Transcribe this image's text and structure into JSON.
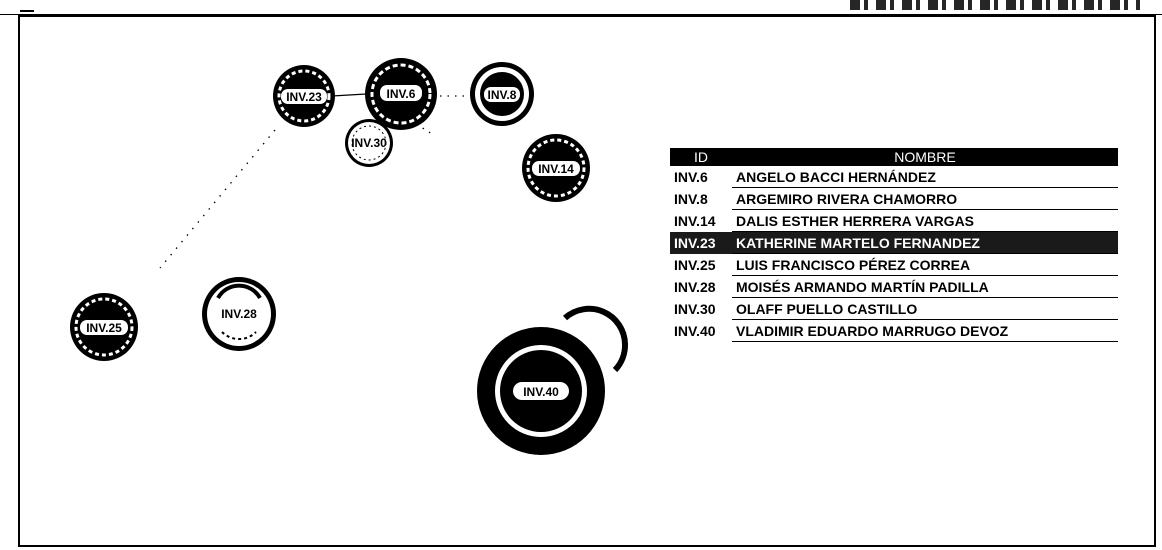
{
  "legend": {
    "headers": {
      "id": "ID",
      "name": "NOMBRE"
    },
    "rows": [
      {
        "id": "INV.6",
        "name": "ANGELO BACCI HERNÁNDEZ",
        "highlighted": false
      },
      {
        "id": "INV.8",
        "name": "ARGEMIRO RIVERA CHAMORRO",
        "highlighted": false
      },
      {
        "id": "INV.14",
        "name": "DALIS ESTHER HERRERA VARGAS",
        "highlighted": false
      },
      {
        "id": "INV.23",
        "name": "KATHERINE MARTELO FERNANDEZ",
        "highlighted": true
      },
      {
        "id": "INV.25",
        "name": "LUIS FRANCISCO PÉREZ CORREA",
        "highlighted": false
      },
      {
        "id": "INV.28",
        "name": "MOISÉS ARMANDO MARTÍN PADILLA",
        "highlighted": false
      },
      {
        "id": "INV.30",
        "name": "OLAFF PUELLO CASTILLO",
        "highlighted": false
      },
      {
        "id": "INV.40",
        "name": "VLADIMIR EDUARDO MARRUGO DEVOZ",
        "highlighted": false
      }
    ]
  },
  "nodes": [
    {
      "id": "n23",
      "label": "INV.23",
      "fill": "#000000"
    },
    {
      "id": "n6",
      "label": "INV.6",
      "fill": "#000000"
    },
    {
      "id": "n8",
      "label": "INV.8",
      "fill": "#000000"
    },
    {
      "id": "n30",
      "label": "INV.30",
      "fill": "#ffffff"
    },
    {
      "id": "n14",
      "label": "INV.14",
      "fill": "#000000"
    },
    {
      "id": "n25",
      "label": "INV.25",
      "fill": "#000000"
    },
    {
      "id": "n28",
      "label": "INV.28",
      "fill": "#ffffff"
    },
    {
      "id": "n40",
      "label": "INV.40",
      "fill": "#000000"
    }
  ]
}
